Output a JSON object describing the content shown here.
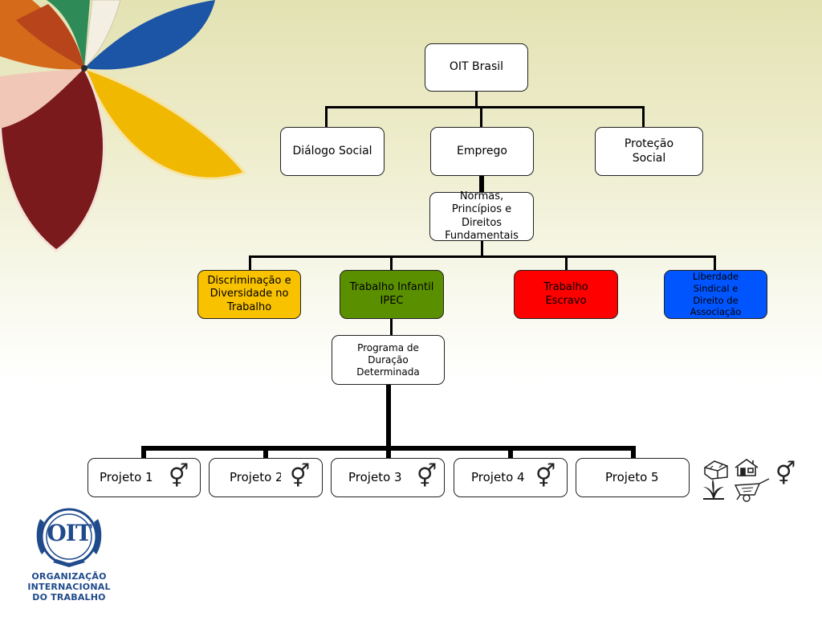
{
  "nodes": {
    "root": "OIT Brasil",
    "dialogo": "Diálogo Social",
    "emprego": "Emprego",
    "protecao": "Proteção Social",
    "normas": "Normas, Princípios e Direitos Fundamentais",
    "discriminacao": "Discriminação e Diversidade no Trabalho",
    "infantil": "Trabalho Infantil IPEC",
    "escravo": "Trabalho Escravo",
    "liberdade": "Liberdade Sindical e Direito de Associação",
    "programa": "Programa de Duração Determinada"
  },
  "projects": [
    "Projeto 1",
    "Projeto 2",
    "Projeto 3",
    "Projeto 4",
    "Projeto 5"
  ],
  "symbols": {
    "gender": "⚥"
  },
  "logo": {
    "letters": "OIT",
    "line1": "ORGANIZAÇÃO",
    "line2": "INTERNACIONAL",
    "line3": "DO TRABALHO"
  },
  "colors": {
    "discriminacao": "#f9c200",
    "infantil": "#5a8f00",
    "escravo": "#ff0000",
    "liberdade": "#0055ff",
    "logo": "#1f4a8c"
  },
  "icons": [
    "house-icon",
    "home-icon",
    "plant-icon",
    "wheelbarrow-icon"
  ]
}
